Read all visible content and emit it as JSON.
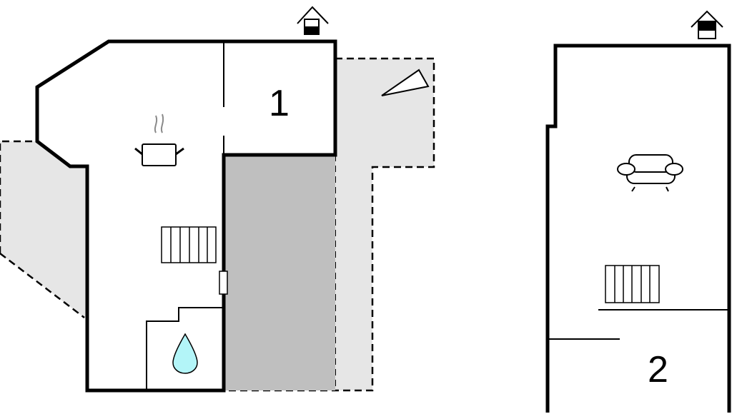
{
  "floors": [
    {
      "name": "floor-1",
      "label": "1"
    },
    {
      "name": "floor-2",
      "label": "2"
    }
  ],
  "colors": {
    "wall": "#000000",
    "terrace": "#e6e6e6",
    "garage": "#bfbfbf",
    "water": "#b3f5f8",
    "steam": "#8a8a8a"
  },
  "icons": [
    "entrance-icon",
    "kitchen-pot-icon",
    "radiator-icon",
    "bathroom-water-drop-icon",
    "terrace-sun-icon",
    "sofa-icon"
  ]
}
